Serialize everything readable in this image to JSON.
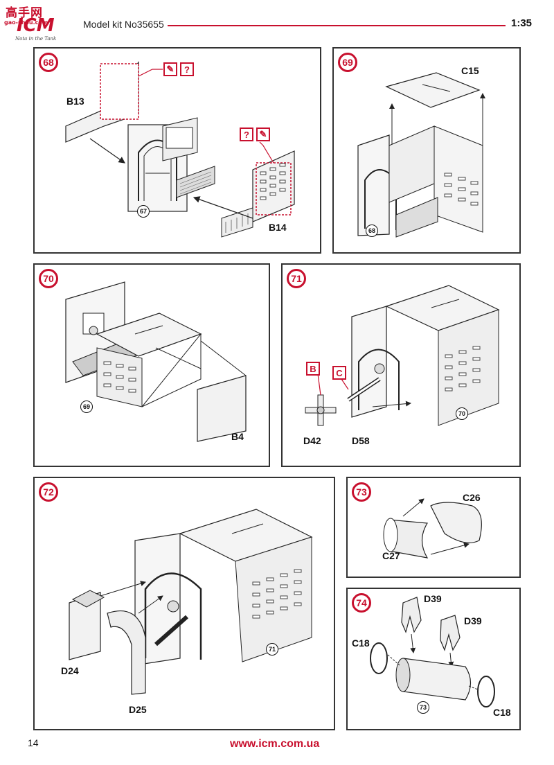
{
  "header": {
    "logo_cn": "高手网",
    "logo_url": "gao-shou.com",
    "logo_brand": "ICM",
    "logo_tagline": "Nota in the Tank",
    "kit_title": "Model kit No35655",
    "scale": "1:35"
  },
  "steps": [
    {
      "number": "68",
      "parts": [
        "B13",
        "B14"
      ],
      "ref": "67",
      "markers": [
        "?",
        "?"
      ]
    },
    {
      "number": "69",
      "parts": [
        "C15"
      ],
      "ref": "68"
    },
    {
      "number": "70",
      "parts": [
        "B4"
      ],
      "ref": "69"
    },
    {
      "number": "71",
      "parts": [
        "D42",
        "D58"
      ],
      "ref": "70",
      "callouts": [
        "B",
        "C"
      ]
    },
    {
      "number": "72",
      "parts": [
        "D24",
        "D25"
      ],
      "ref": "71"
    },
    {
      "number": "73",
      "parts": [
        "C26",
        "C27"
      ]
    },
    {
      "number": "74",
      "parts": [
        "D39",
        "D39",
        "C18",
        "C18"
      ],
      "ref": "73"
    }
  ],
  "footer": {
    "page_number": "14",
    "website": "www.icm.com.ua"
  },
  "colors": {
    "accent": "#c8102e",
    "line": "#333333"
  }
}
